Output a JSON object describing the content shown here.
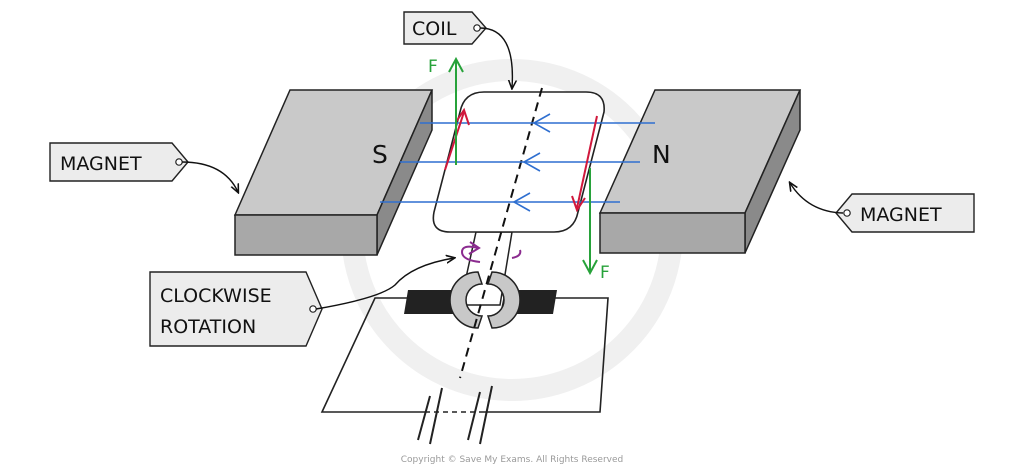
{
  "labels": {
    "coil": "COIL",
    "magnet_left": "MAGNET",
    "magnet_right": "MAGNET",
    "rotation_line1": "CLOCKWISE",
    "rotation_line2": "ROTATION",
    "pole_south": "S",
    "pole_north": "N",
    "force_top": "F",
    "force_bottom": "F",
    "copyright": "Copyright © Save My Exams. All Rights Reserved"
  },
  "colors": {
    "field_lines": "#2f6fd0",
    "current": "#d0183c",
    "force": "#27a23a",
    "rotation": "#8b2b8f",
    "magnet_top": "#c9c9c9",
    "magnet_side": "#8a8a8a",
    "magnet_front": "#a8a8a8",
    "tag_fill": "#ececec"
  },
  "icons": [
    "tag-icon",
    "field-arrow-icon",
    "force-arrow-icon",
    "rotation-arrow-icon",
    "split-ring-commutator-icon",
    "battery-cell-icon"
  ]
}
